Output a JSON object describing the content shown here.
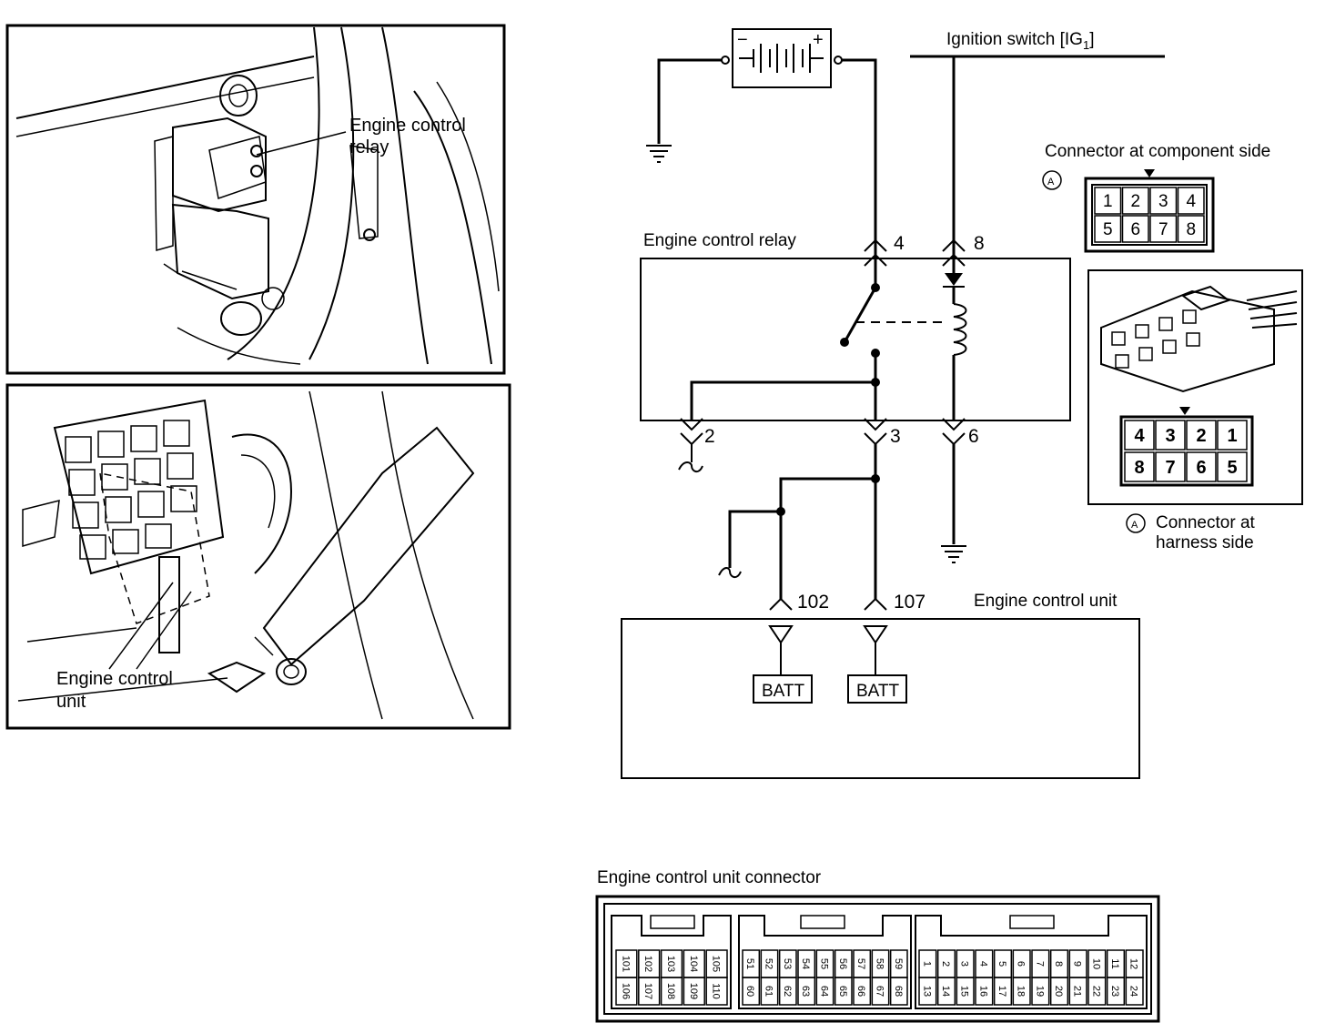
{
  "photo_relay": {
    "callout": [
      "Engine control",
      "relay"
    ]
  },
  "photo_ecu": {
    "callout": [
      "Engine control",
      "unit"
    ]
  },
  "schematic": {
    "ignition_label": "Ignition switch [IG",
    "ignition_sub": "1",
    "ignition_close": "]",
    "battery_minus": "−",
    "battery_plus": "+",
    "relay_title": "Engine control relay",
    "relay_pins": [
      "4",
      "8",
      "2",
      "3",
      "6"
    ],
    "ecu_title": "Engine control unit",
    "ecu_pins": [
      "102",
      "107"
    ],
    "batt_labels": [
      "BATT",
      "BATT"
    ]
  },
  "connector_component": {
    "title": "Connector at component side",
    "marker": "A",
    "cells": [
      "1",
      "2",
      "3",
      "4",
      "5",
      "6",
      "7",
      "8"
    ]
  },
  "connector_harness": {
    "marker": "A",
    "title": [
      "Connector at",
      "harness side"
    ],
    "cells": [
      "4",
      "3",
      "2",
      "1",
      "8",
      "7",
      "6",
      "5"
    ]
  },
  "ecu_connector": {
    "title": "Engine control unit connector",
    "group1_top": [
      "101",
      "102",
      "103",
      "104",
      "105"
    ],
    "group1_bottom": [
      "106",
      "107",
      "108",
      "109",
      "110"
    ],
    "group2_top": [
      "51",
      "52",
      "53",
      "54",
      "55",
      "56",
      "57",
      "58",
      "59"
    ],
    "group2_bottom": [
      "60",
      "61",
      "62",
      "63",
      "64",
      "65",
      "66",
      "67",
      "68"
    ],
    "group3_top": [
      "1",
      "2",
      "3",
      "4",
      "5",
      "6",
      "7",
      "8",
      "9",
      "10",
      "11",
      "12"
    ],
    "group3_bottom": [
      "13",
      "14",
      "15",
      "16",
      "17",
      "18",
      "19",
      "20",
      "21",
      "22",
      "23",
      "24"
    ]
  }
}
